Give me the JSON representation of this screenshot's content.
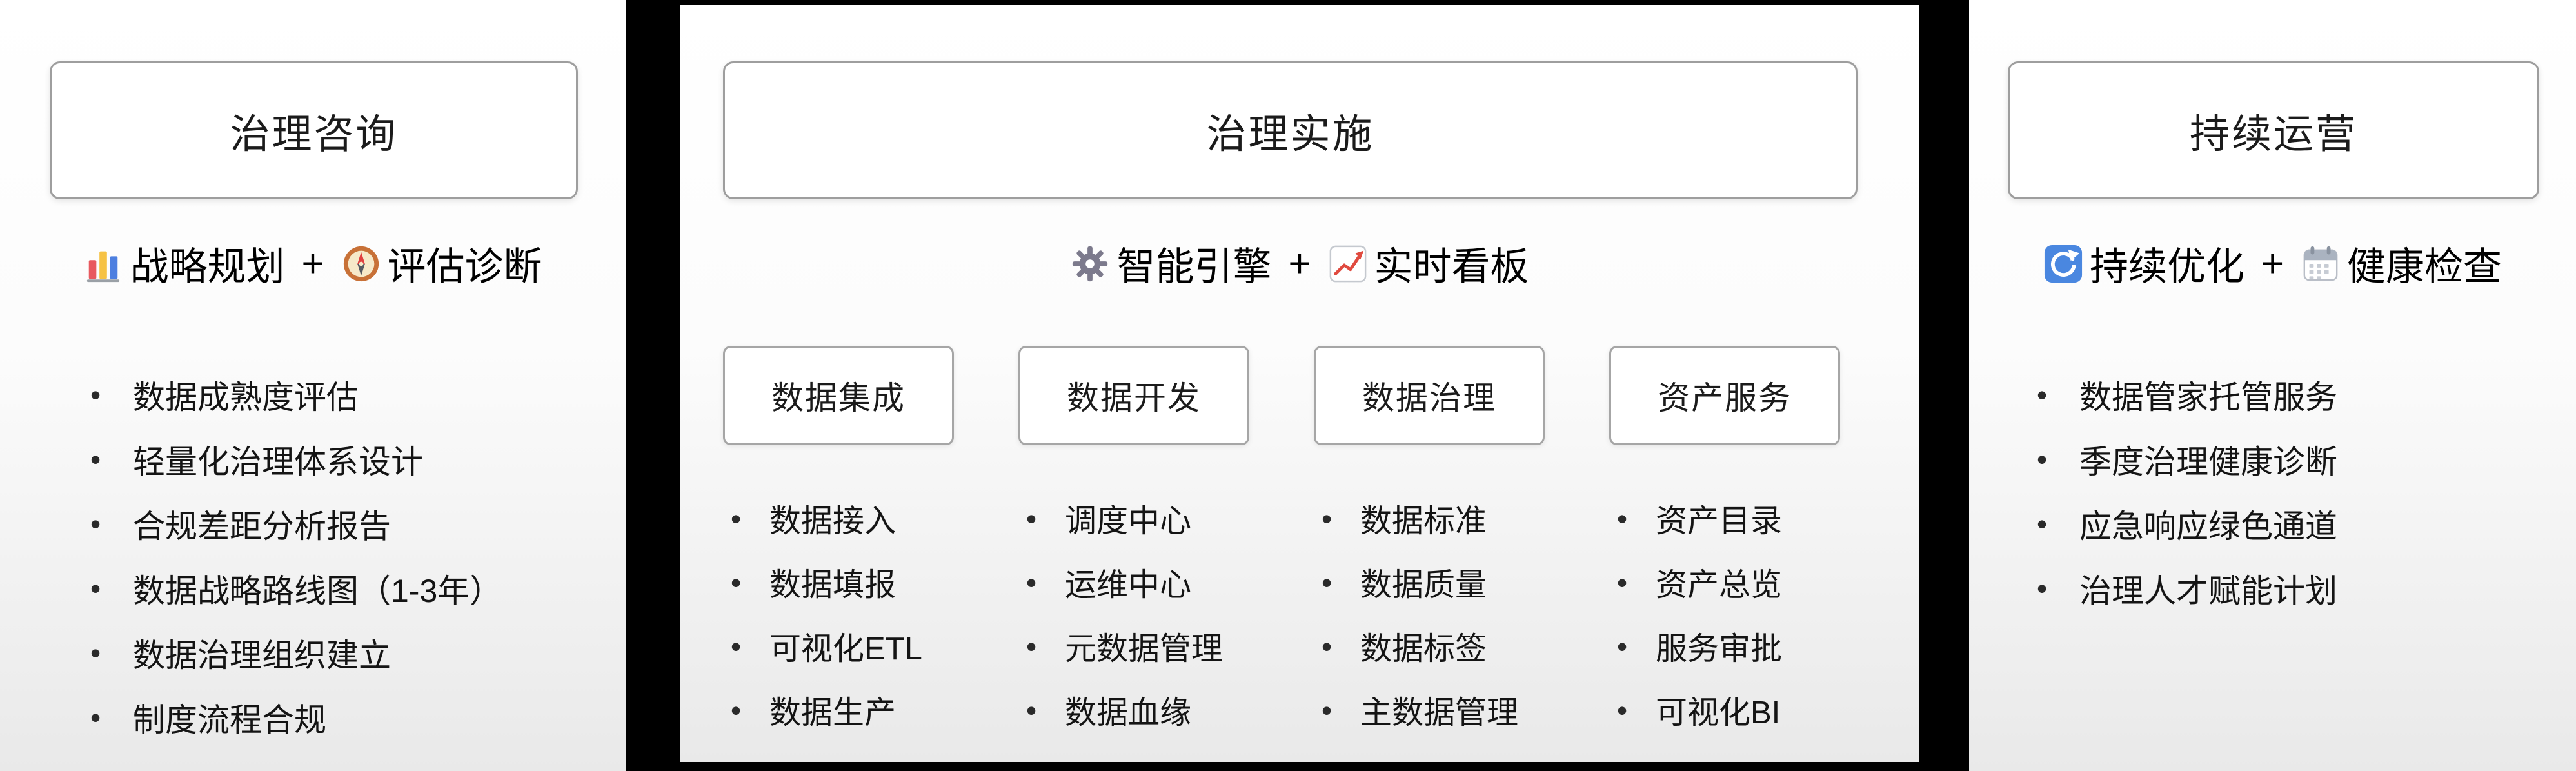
{
  "glyphs": {
    "bullet": "•"
  },
  "colors": {
    "background": "#000000",
    "panel_top": "#ffffff",
    "panel_bottom": "#e9e9e9",
    "box_border": "#9e9e9e",
    "text": "#141414",
    "refresh_icon_blue": "#4a87e0",
    "chart_line_red": "#e04a3f"
  },
  "panels": {
    "consulting": {
      "title": "治理咨询",
      "subtitle": {
        "icon1": "bar-chart-icon",
        "text1": "战略规划",
        "plus": "+",
        "icon2": "compass-icon",
        "text2": "评估诊断"
      },
      "items": [
        "数据成熟度评估",
        "轻量化治理体系设计",
        "合规差距分析报告",
        "数据战略路线图（1-3年）",
        "数据治理组织建立",
        "制度流程合规"
      ]
    },
    "implementation": {
      "title": "治理实施",
      "subtitle": {
        "icon1": "gear-icon",
        "text1": "智能引擎",
        "plus": "+",
        "icon2": "chart-increasing-icon",
        "text2": "实时看板"
      },
      "columns": [
        {
          "header": "数据集成",
          "items": [
            "数据接入",
            "数据填报",
            "可视化ETL",
            "数据生产"
          ]
        },
        {
          "header": "数据开发",
          "items": [
            "调度中心",
            "运维中心",
            "元数据管理",
            "数据血缘"
          ]
        },
        {
          "header": "数据治理",
          "items": [
            "数据标准",
            "数据质量",
            "数据标签",
            "主数据管理"
          ]
        },
        {
          "header": "资产服务",
          "items": [
            "资产目录",
            "资产总览",
            "服务审批",
            "可视化BI"
          ]
        }
      ]
    },
    "operations": {
      "title": "持续运营",
      "subtitle": {
        "icon1": "refresh-icon",
        "text1": "持续优化",
        "plus": "+",
        "icon2": "calendar-icon",
        "text2": "健康检查"
      },
      "items": [
        "数据管家托管服务",
        "季度治理健康诊断",
        "应急响应绿色通道",
        "治理人才赋能计划"
      ]
    }
  }
}
